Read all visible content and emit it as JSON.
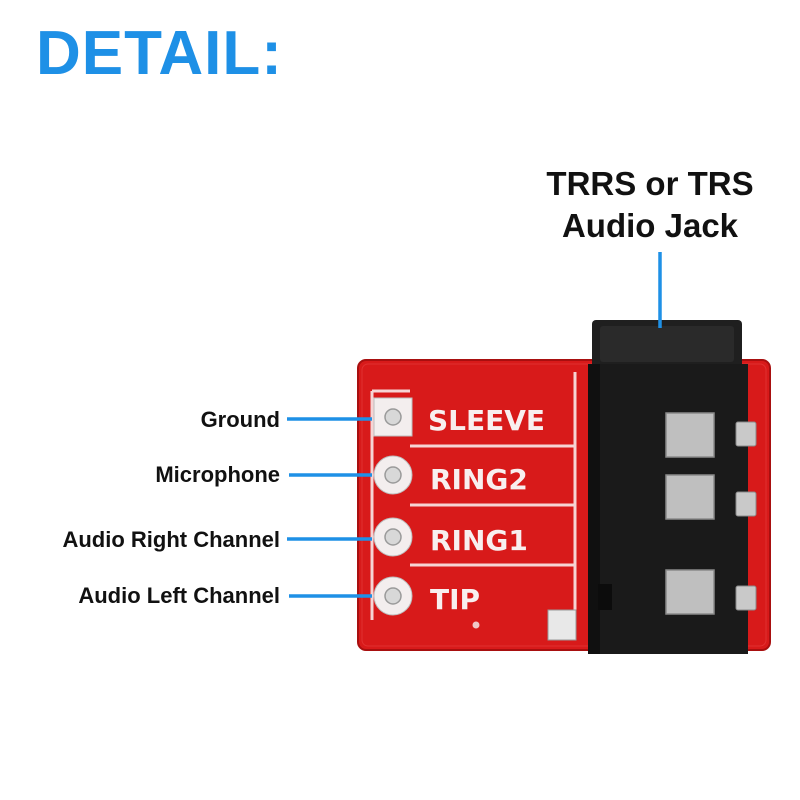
{
  "heading": "DETAIL:",
  "jack_label": {
    "line1": "TRRS or TRS",
    "line2": "Audio Jack"
  },
  "pins": [
    {
      "label": "Ground",
      "silk": "SLEEVE"
    },
    {
      "label": "Microphone",
      "silk": "RING2"
    },
    {
      "label": "Audio Right Channel",
      "silk": "RING1"
    },
    {
      "label": "Audio Left Channel",
      "silk": "TIP"
    }
  ],
  "colors": {
    "accent": "#1E90E6",
    "pcb": "#D81A1A",
    "jack": "#1A1A1A"
  }
}
